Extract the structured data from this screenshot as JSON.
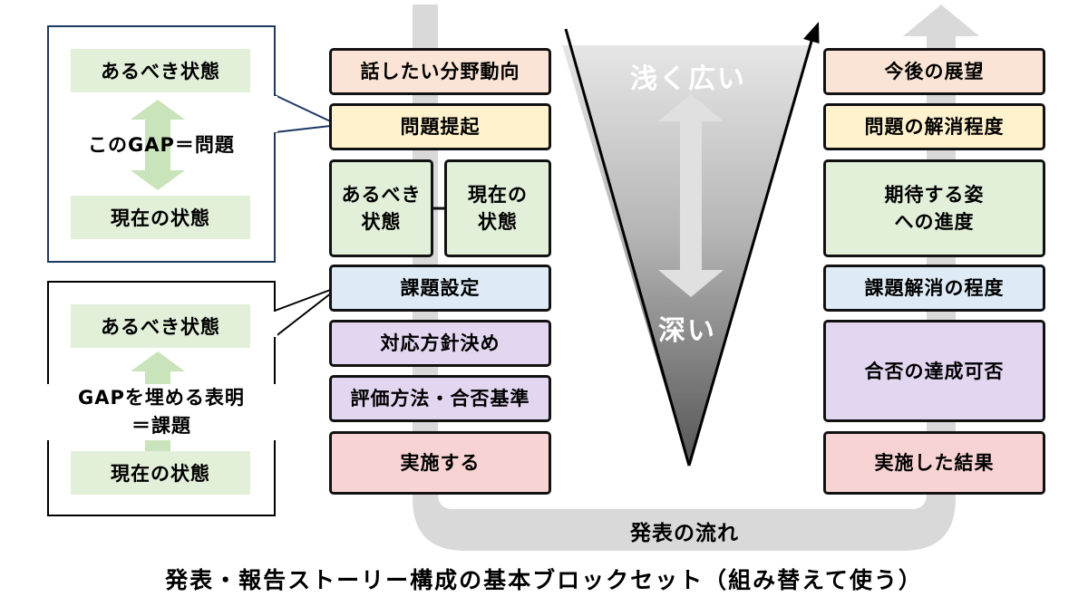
{
  "callouts": {
    "problem": {
      "ideal": "あるべき状態",
      "gap_text": "このGAP＝問題",
      "current": "現在の状態"
    },
    "issue": {
      "ideal": "あるべき状態",
      "gap_text": "GAPを埋める表明\n＝課題",
      "current": "現在の状態"
    }
  },
  "left_blocks": {
    "trend": "話したい分野動向",
    "problem": "問題提起",
    "ideal": "あるべき\n状態",
    "current": "現在の\n状態",
    "issue": "課題設定",
    "policy": "対応方針決め",
    "evaluation": "評価方法・合否基準",
    "execute": "実施する"
  },
  "right_blocks": {
    "outlook": "今後の展望",
    "problem_resolution": "問題の解消程度",
    "progress": "期待する姿\nへの進度",
    "issue_resolution": "課題解消の程度",
    "pass_fail": "合否の達成可否",
    "result": "実施した結果"
  },
  "wedge": {
    "shallow": "浅く広い",
    "deep": "深い"
  },
  "flow_label": "発表の流れ",
  "caption": "発表・報告ストーリー構成の基本ブロックセット（組み替えて使う）",
  "colors": {
    "orange": "#fbe4d5",
    "yellow": "#fff2cc",
    "green": "#e2efd9",
    "blue": "#deebf6",
    "purple": "#e2d6f0",
    "red": "#f8d3d3",
    "flow_arrow": "#d9d9d9"
  }
}
